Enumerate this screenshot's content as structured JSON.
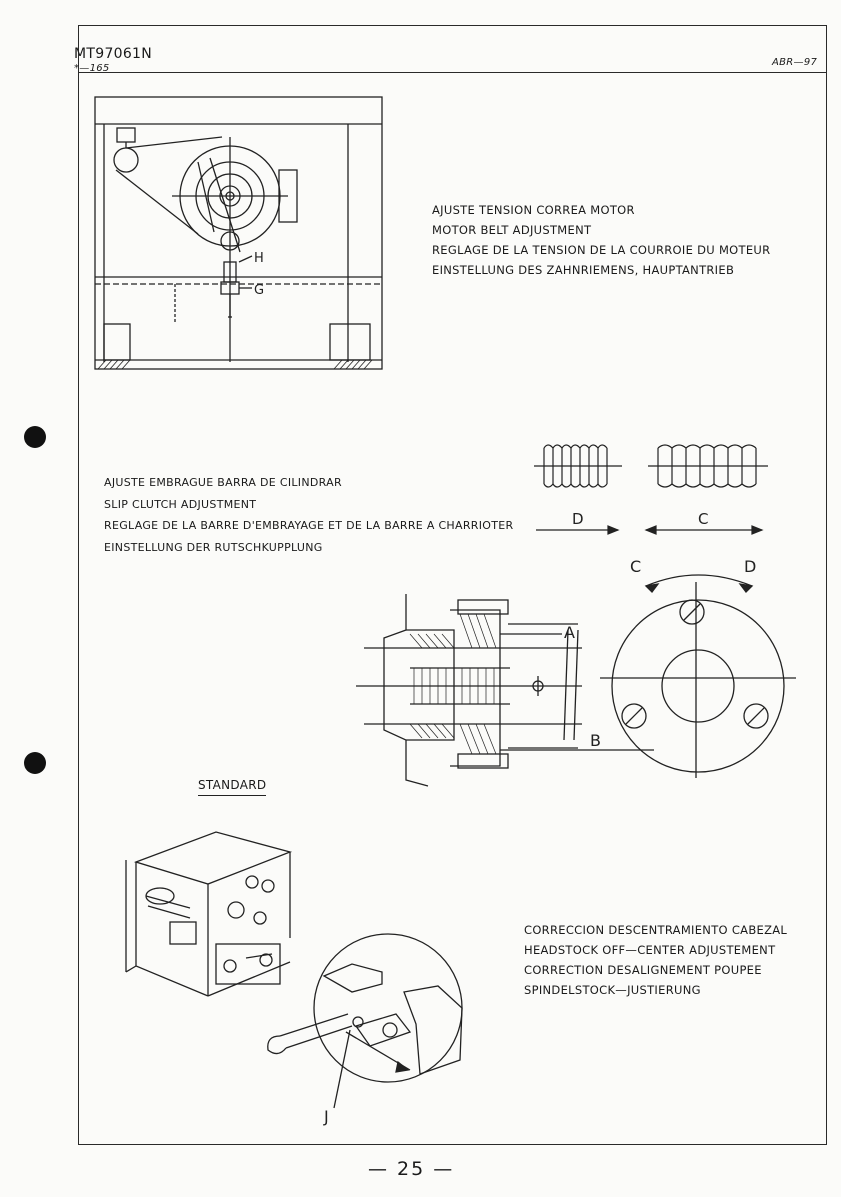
{
  "header": {
    "doc_code": "MT97061N",
    "sub_code": "*—165",
    "ref": "ABR—97"
  },
  "motor_belt": {
    "lines": [
      "AJUSTE TENSION CORREA MOTOR",
      "MOTOR BELT ADJUSTMENT",
      "REGLAGE DE LA TENSION DE LA COURROIE DU MOTEUR",
      "EINSTELLUNG DES ZAHNRIEMENS, HAUPTANTRIEB"
    ],
    "labels": {
      "h": "H",
      "g": "G"
    }
  },
  "slip_clutch": {
    "lines": [
      "AJUSTE EMBRAGUE BARRA DE CILINDRAR",
      "SLIP CLUTCH ADJUSTMENT",
      "REGLAGE DE LA BARRE D'EMBRAYAGE ET DE LA BARRE A CHARRIOTER",
      "EINSTELLUNG DER RUTSCHKUPPLUNG"
    ],
    "labels": {
      "d": "D",
      "c": "C",
      "a": "A",
      "b": "B",
      "rot_c": "C",
      "rot_d": "D"
    }
  },
  "headstock": {
    "standard": "STANDARD",
    "lines": [
      "CORRECCION DESCENTRAMIENTO CABEZAL",
      "HEADSTOCK OFF—CENTER ADJUSTEMENT",
      "CORRECTION DESALIGNEMENT POUPEE",
      "SPINDELSTOCK—JUSTIERUNG"
    ],
    "labels": {
      "j": "J"
    }
  },
  "page_number": "— 25 —"
}
